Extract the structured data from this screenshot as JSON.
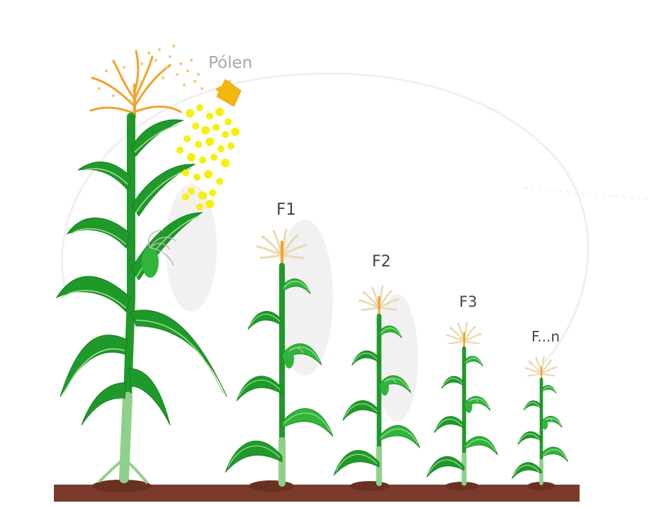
{
  "labels": {
    "pollen": "Pólen",
    "generations": [
      "F1",
      "F2",
      "F3",
      "F...n"
    ]
  },
  "colors": {
    "leaf_dark": "#1f9a2a",
    "leaf_light": "#2fb63a",
    "stalk_pale": "#8fd08a",
    "tassel": "#f4a22a",
    "pollen": "#f6f00a",
    "arrow": "#f5b60d",
    "soil": "#7a3b2c",
    "ring": "#ededed"
  },
  "icons": {
    "pollen_arrow": "arrow-icon",
    "pollen_grains": "pollen-cluster"
  }
}
